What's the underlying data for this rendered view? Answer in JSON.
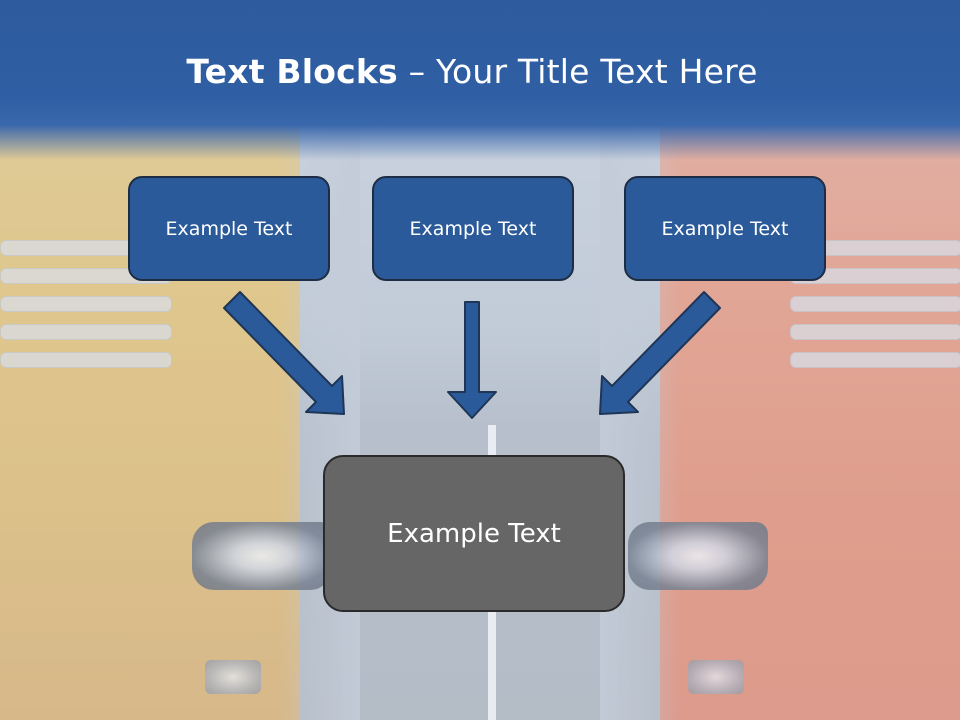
{
  "slide": {
    "title_bold": "Text Blocks",
    "title_rest": " – Your Title Text Here",
    "blocks": [
      {
        "label": "Example Text"
      },
      {
        "label": "Example Text"
      },
      {
        "label": "Example Text"
      }
    ],
    "main_block": {
      "label": "Example Text"
    }
  },
  "colors": {
    "header": "#2f5ea4",
    "block_fill": "#2a5a9a",
    "main_block_fill": "#666666",
    "arrow": "#2a5a9a"
  },
  "icons": [
    "arrow-down-right-icon",
    "arrow-down-icon",
    "arrow-down-left-icon"
  ]
}
